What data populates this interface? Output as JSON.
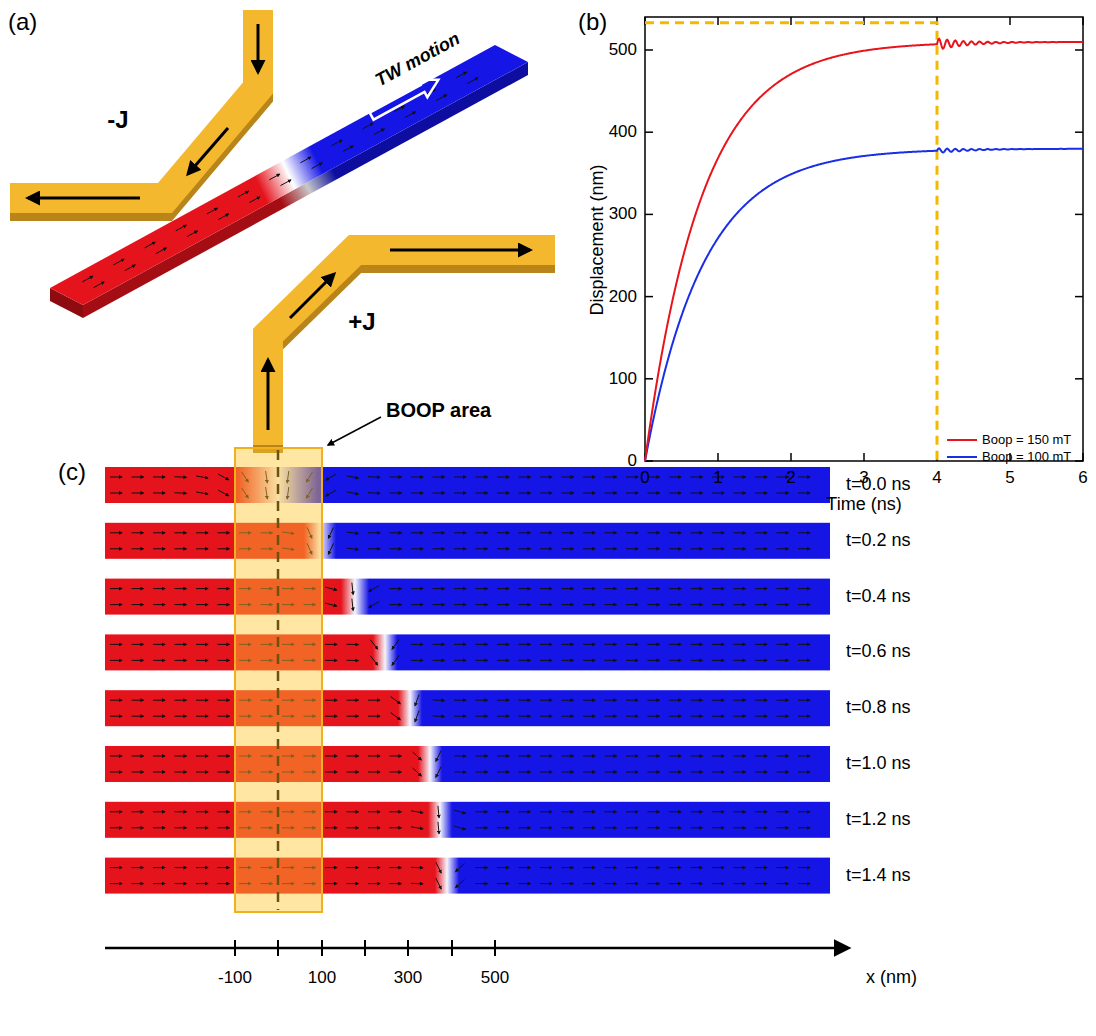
{
  "diagram": {
    "labels": [
      "(a)",
      "-J",
      "TW motion",
      "+J",
      "(b)",
      "Displacement (nm)",
      "0",
      "100",
      "200",
      "300",
      "400",
      "500",
      "0",
      "1",
      "2",
      "3",
      "4",
      "5",
      "6",
      "Time (ns)",
      "(c)",
      "BOOP area",
      "t=0.0 ns",
      "t=0.2 ns",
      "t=0.4 ns",
      "t=0.6 ns",
      "t=0.8 ns",
      "t=1.0 ns",
      "t=1.2 ns",
      "t=1.4 ns",
      "-100",
      "100",
      "300",
      "500",
      "x (nm)"
    ],
    "legend": [
      {
        "text": "Boop = 150 mT"
      },
      {
        "text": "Boop = 100 mT"
      }
    ]
  }
}
